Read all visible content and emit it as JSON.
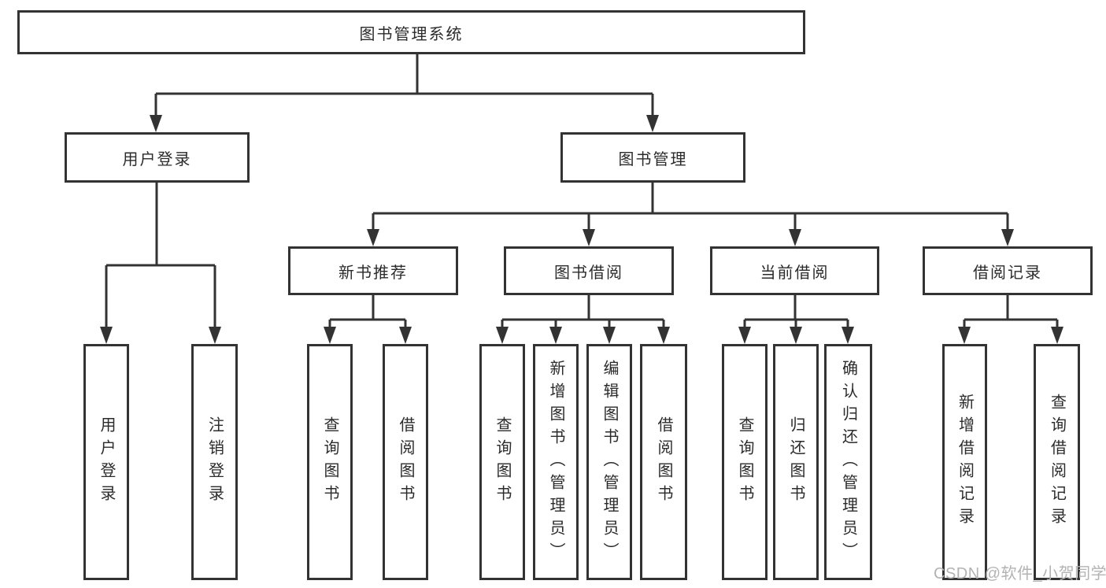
{
  "diagram": {
    "root": {
      "label": "图书管理系统"
    },
    "branches": [
      {
        "label": "用户登录",
        "children": [
          {
            "label": "用户登录"
          },
          {
            "label": "注销登录"
          }
        ]
      },
      {
        "label": "图书管理",
        "children": [
          {
            "label": "新书推荐",
            "children": [
              {
                "label": "查询图书"
              },
              {
                "label": "借阅图书"
              }
            ]
          },
          {
            "label": "图书借阅",
            "children": [
              {
                "label": "查询图书"
              },
              {
                "label": "新增图书（管理员）"
              },
              {
                "label": "编辑图书（管理员）"
              },
              {
                "label": "借阅图书"
              }
            ]
          },
          {
            "label": "当前借阅",
            "children": [
              {
                "label": "查询图书"
              },
              {
                "label": "归还图书"
              },
              {
                "label": "确认归还（管理员）"
              }
            ]
          },
          {
            "label": "借阅记录",
            "children": [
              {
                "label": "新增借阅记录"
              },
              {
                "label": "查询借阅记录"
              }
            ]
          }
        ]
      }
    ]
  },
  "watermark": {
    "text": "CSDN @软件_小贺同学"
  },
  "colors": {
    "line": "#333333",
    "box_border": "#333333",
    "text": "#2b2b2b",
    "watermark": "#b3b3b3",
    "background": "#ffffff"
  }
}
